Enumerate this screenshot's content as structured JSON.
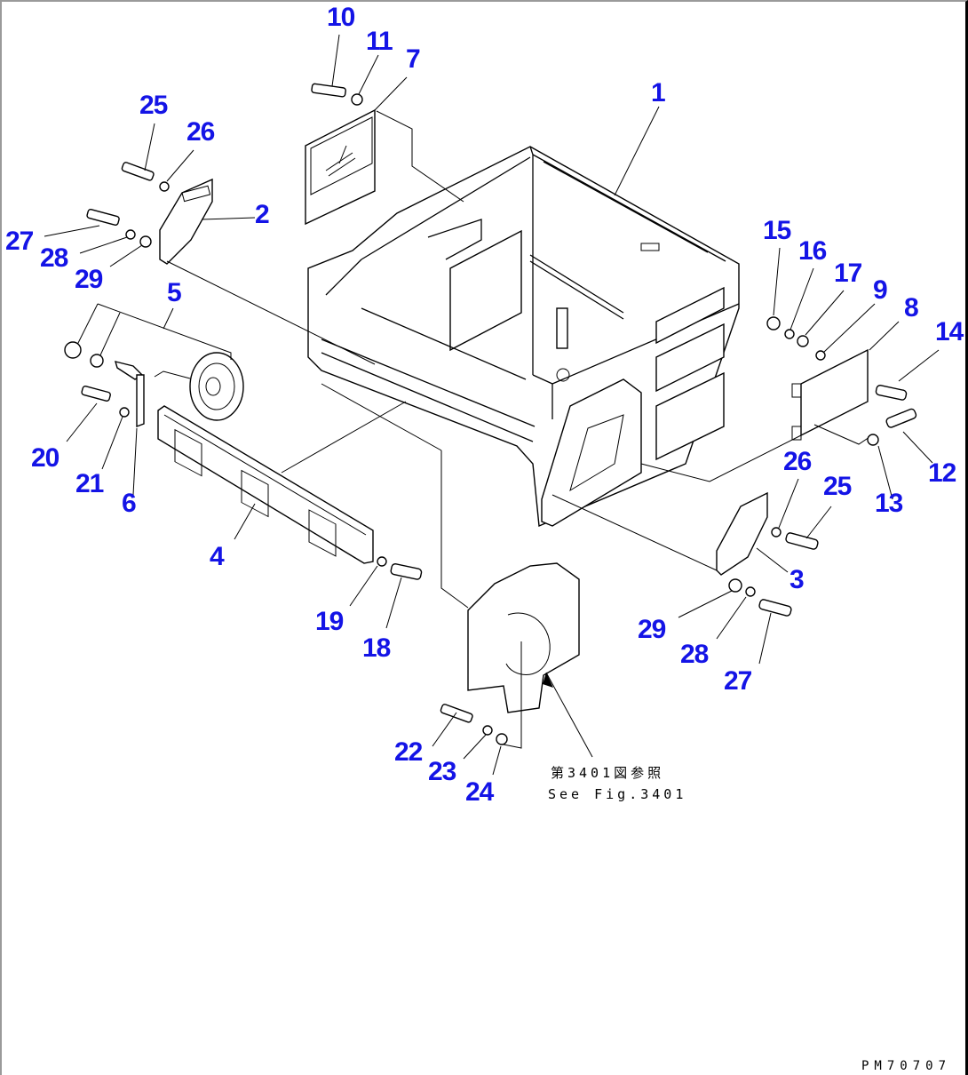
{
  "diagram": {
    "drawing_code": "PM70707",
    "reference_note": {
      "japanese": "第3401図参照",
      "english": "See Fig.3401"
    },
    "label_color": "#1414e6",
    "callouts": [
      {
        "id": "c1",
        "number": "1",
        "part": "frame"
      },
      {
        "id": "c2",
        "number": "2",
        "part": "bracket-left"
      },
      {
        "id": "c3",
        "number": "3",
        "part": "bracket-right"
      },
      {
        "id": "c4",
        "number": "4",
        "part": "front-cover"
      },
      {
        "id": "c5",
        "number": "5",
        "part": "horn"
      },
      {
        "id": "c6",
        "number": "6",
        "part": "horn-bracket"
      },
      {
        "id": "c7",
        "number": "7",
        "part": "top-cover"
      },
      {
        "id": "c8",
        "number": "8",
        "part": "side-plate"
      },
      {
        "id": "c9",
        "number": "9",
        "part": "clip"
      },
      {
        "id": "c10",
        "number": "10",
        "part": "bolt"
      },
      {
        "id": "c11",
        "number": "11",
        "part": "washer"
      },
      {
        "id": "c12",
        "number": "12",
        "part": "bolt"
      },
      {
        "id": "c13",
        "number": "13",
        "part": "washer"
      },
      {
        "id": "c14",
        "number": "14",
        "part": "bolt"
      },
      {
        "id": "c15",
        "number": "15",
        "part": "nut"
      },
      {
        "id": "c16",
        "number": "16",
        "part": "washer"
      },
      {
        "id": "c17",
        "number": "17",
        "part": "washer"
      },
      {
        "id": "c18",
        "number": "18",
        "part": "bolt"
      },
      {
        "id": "c19",
        "number": "19",
        "part": "washer"
      },
      {
        "id": "c20",
        "number": "20",
        "part": "bolt"
      },
      {
        "id": "c21",
        "number": "21",
        "part": "washer"
      },
      {
        "id": "c22",
        "number": "22",
        "part": "bolt"
      },
      {
        "id": "c23",
        "number": "23",
        "part": "washer"
      },
      {
        "id": "c24",
        "number": "24",
        "part": "washer"
      },
      {
        "id": "c25a",
        "number": "25",
        "part": "bolt"
      },
      {
        "id": "c26a",
        "number": "26",
        "part": "washer"
      },
      {
        "id": "c27a",
        "number": "27",
        "part": "bolt"
      },
      {
        "id": "c28a",
        "number": "28",
        "part": "washer"
      },
      {
        "id": "c29a",
        "number": "29",
        "part": "washer"
      },
      {
        "id": "c25b",
        "number": "25",
        "part": "bolt"
      },
      {
        "id": "c26b",
        "number": "26",
        "part": "washer"
      },
      {
        "id": "c27b",
        "number": "27",
        "part": "bolt"
      },
      {
        "id": "c28b",
        "number": "28",
        "part": "washer"
      },
      {
        "id": "c29b",
        "number": "29",
        "part": "washer"
      }
    ]
  }
}
